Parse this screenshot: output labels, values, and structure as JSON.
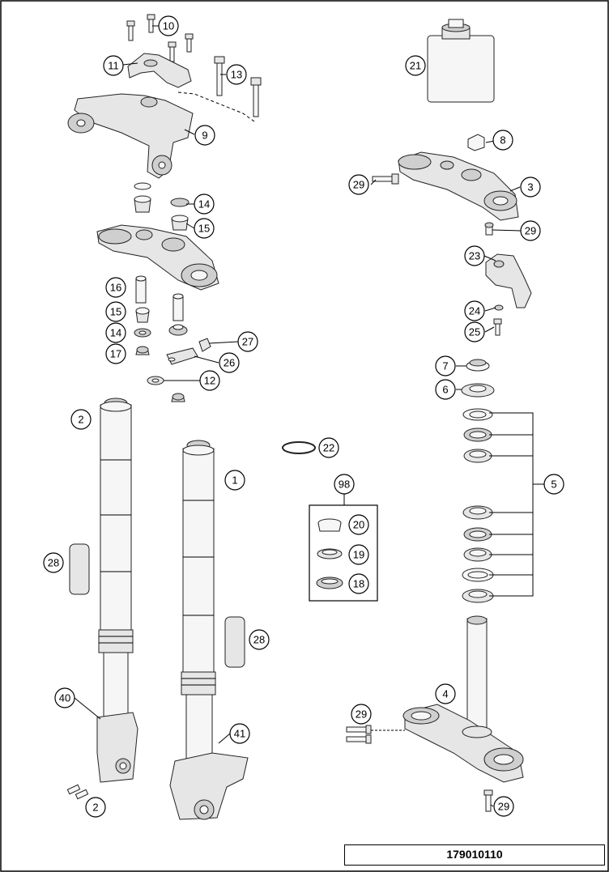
{
  "figure": {
    "number": "179010110",
    "kit_label": "98"
  },
  "callouts": [
    {
      "id": "c10",
      "label": "10"
    },
    {
      "id": "c11",
      "label": "11"
    },
    {
      "id": "c13",
      "label": "13"
    },
    {
      "id": "c9",
      "label": "9"
    },
    {
      "id": "c14a",
      "label": "14"
    },
    {
      "id": "c15a",
      "label": "15"
    },
    {
      "id": "c16",
      "label": "16"
    },
    {
      "id": "c15b",
      "label": "15"
    },
    {
      "id": "c14b",
      "label": "14"
    },
    {
      "id": "c17",
      "label": "17"
    },
    {
      "id": "c27",
      "label": "27"
    },
    {
      "id": "c26",
      "label": "26"
    },
    {
      "id": "c12",
      "label": "12"
    },
    {
      "id": "c2a",
      "label": "2"
    },
    {
      "id": "c1",
      "label": "1"
    },
    {
      "id": "c28a",
      "label": "28"
    },
    {
      "id": "c28b",
      "label": "28"
    },
    {
      "id": "c40",
      "label": "40"
    },
    {
      "id": "c41",
      "label": "41"
    },
    {
      "id": "c2b",
      "label": "2"
    },
    {
      "id": "c21",
      "label": "21"
    },
    {
      "id": "c8",
      "label": "8"
    },
    {
      "id": "c29a",
      "label": "29"
    },
    {
      "id": "c3",
      "label": "3"
    },
    {
      "id": "c29b",
      "label": "29"
    },
    {
      "id": "c23",
      "label": "23"
    },
    {
      "id": "c24",
      "label": "24"
    },
    {
      "id": "c25",
      "label": "25"
    },
    {
      "id": "c7",
      "label": "7"
    },
    {
      "id": "c6",
      "label": "6"
    },
    {
      "id": "c5",
      "label": "5"
    },
    {
      "id": "c22",
      "label": "22"
    },
    {
      "id": "c98",
      "label": "98"
    },
    {
      "id": "c20",
      "label": "20"
    },
    {
      "id": "c19",
      "label": "19"
    },
    {
      "id": "c18",
      "label": "18"
    },
    {
      "id": "c4",
      "label": "4"
    },
    {
      "id": "c29c",
      "label": "29"
    },
    {
      "id": "c29d",
      "label": "29"
    }
  ]
}
